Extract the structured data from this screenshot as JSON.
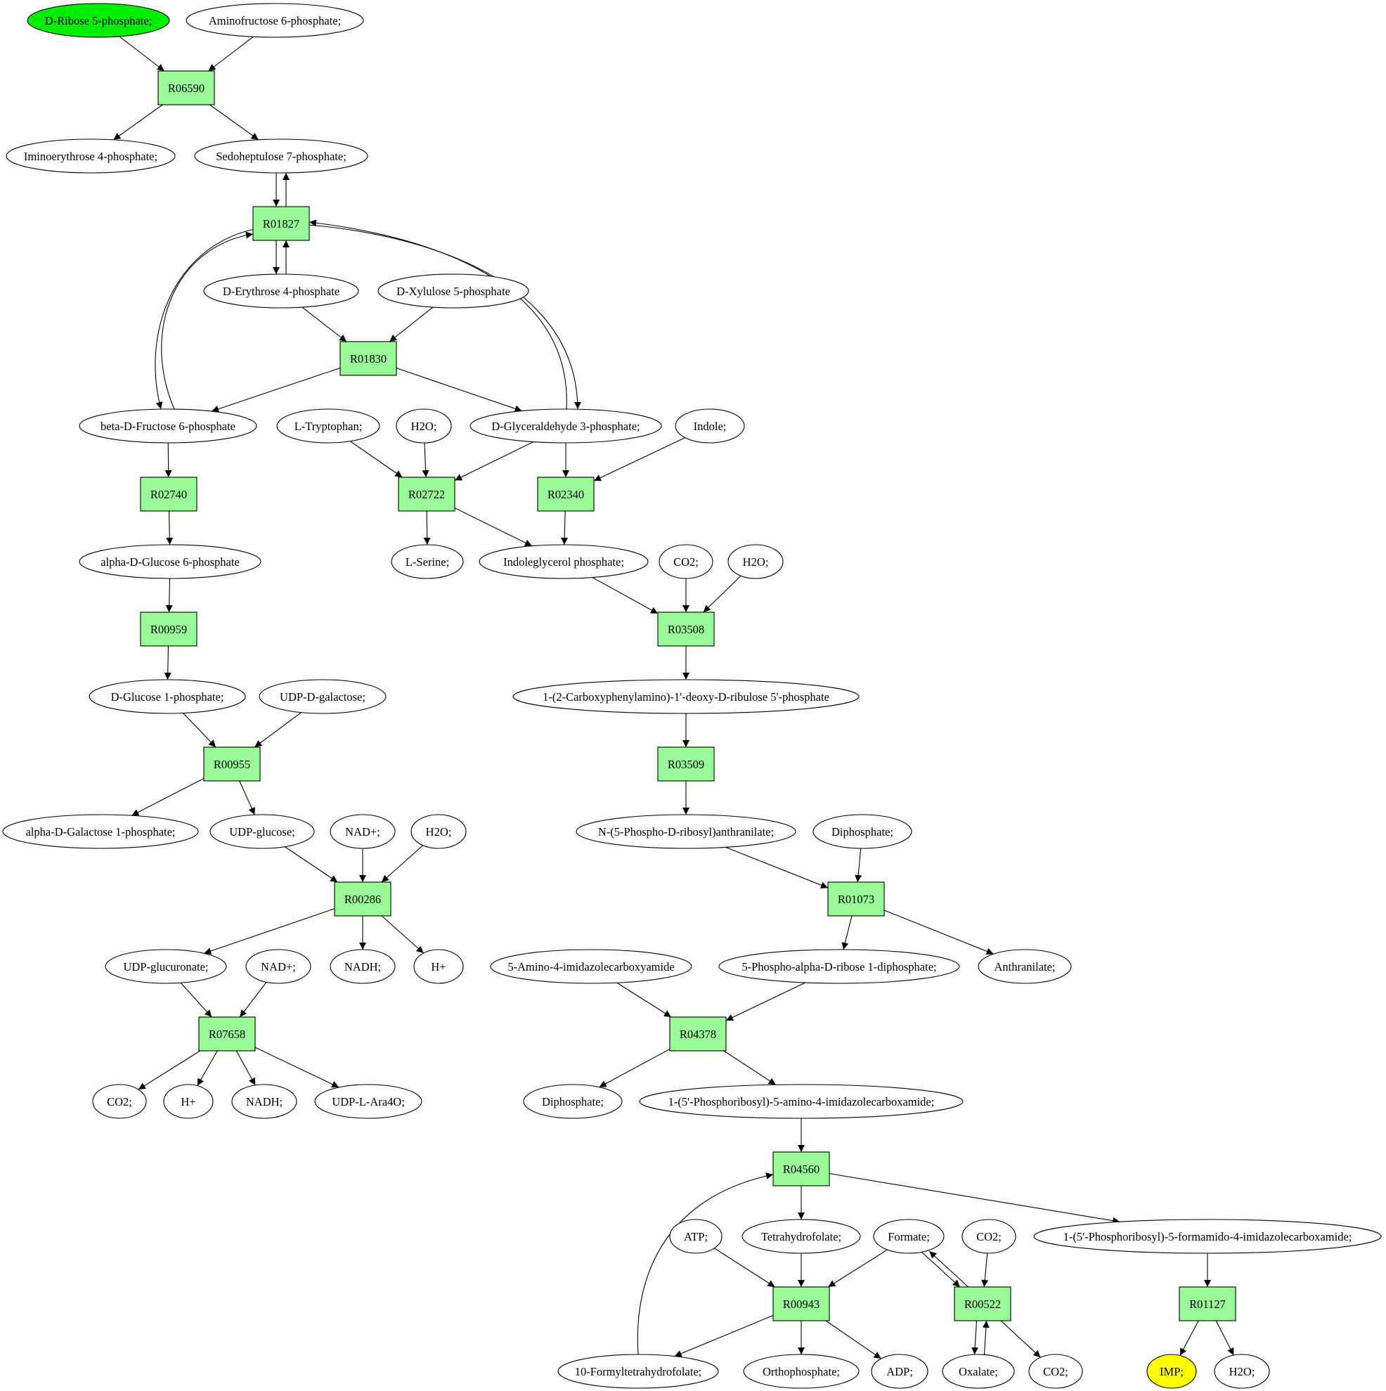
{
  "colors": {
    "reaction_fill": "#98fb98",
    "start_fill": "#00ee00",
    "end_fill": "#ffff00",
    "compound_fill": "#ffffff",
    "stroke": "#000000"
  },
  "nodes": {
    "dribose5p": "D-Ribose 5-phosphate;",
    "aminofructose6p": "Aminofructose 6-phosphate;",
    "r06590": "R06590",
    "iminoerythrose4p": "Iminoerythrose 4-phosphate;",
    "sedoheptulose7p": "Sedoheptulose 7-phosphate;",
    "r01827": "R01827",
    "derythrose4p": "D-Erythrose 4-phosphate",
    "dxylulose5p": "D-Xylulose 5-phosphate",
    "r01830": "R01830",
    "betadfructose6p": "beta-D-Fructose 6-phosphate",
    "ltryptophan": "L-Tryptophan;",
    "h2o_a": "H2O;",
    "dglyceraldehyde3p": "D-Glyceraldehyde 3-phosphate;",
    "indole": "Indole;",
    "r02740": "R02740",
    "r02722": "R02722",
    "r02340": "R02340",
    "alphadglucose6p": "alpha-D-Glucose 6-phosphate",
    "lserine": "L-Serine;",
    "indoleglycerolp": "Indoleglycerol phosphate;",
    "co2_a": "CO2;",
    "h2o_b": "H2O;",
    "r00959": "R00959",
    "r03508": "R03508",
    "dglucose1p": "D-Glucose 1-phosphate;",
    "udpdgalactose": "UDP-D-galactose;",
    "carboxyphenylamino": "1-(2-Carboxyphenylamino)-1'-deoxy-D-ribulose 5'-phosphate",
    "r00955": "R00955",
    "r03509": "R03509",
    "alphadgalactose1p": "alpha-D-Galactose 1-phosphate;",
    "udpglucose": "UDP-glucose;",
    "nadplus_a": "NAD+;",
    "h2o_c": "H2O;",
    "n5phospho": "N-(5-Phospho-D-ribosyl)anthranilate;",
    "diphosphate_a": "Diphosphate;",
    "r00286": "R00286",
    "r01073": "R01073",
    "udpglucuronate": "UDP-glucuronate;",
    "nadplus_b": "NAD+;",
    "nadh_a": "NADH;",
    "hplus_a": "H+",
    "aminoimidazole": "5-Amino-4-imidazolecarboxyamide",
    "prpp": "5-Phospho-alpha-D-ribose 1-diphosphate;",
    "anthranilate": "Anthranilate;",
    "r07658": "R07658",
    "r04378": "R04378",
    "co2_b": "CO2;",
    "hplus_b": "H+",
    "nadh_b": "NADH;",
    "udplara4o": "UDP-L-Ara4O;",
    "diphosphate_b": "Diphosphate;",
    "aicar": "1-(5'-Phosphoribosyl)-5-amino-4-imidazolecarboxamide;",
    "r04560": "R04560",
    "atp": "ATP;",
    "thf": "Tetrahydrofolate;",
    "formate": "Formate;",
    "co2_c": "CO2;",
    "faicar": "1-(5'-Phosphoribosyl)-5-formamido-4-imidazolecarboxamide;",
    "r00943": "R00943",
    "r00522": "R00522",
    "r01127": "R01127",
    "formylthf": "10-Formyltetrahydrofolate;",
    "orthophosphate": "Orthophosphate;",
    "adp": "ADP;",
    "oxalate": "Oxalate;",
    "co2_d": "CO2;",
    "imp": "IMP;",
    "h2o_d": "H2O;"
  }
}
